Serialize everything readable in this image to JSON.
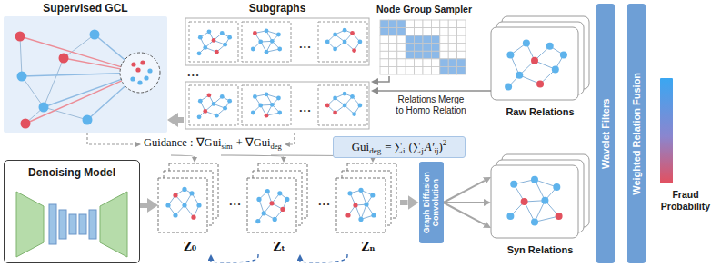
{
  "diagram": {
    "nodes": [
      {
        "text": [
          "Supervised GCL"
        ]
      },
      {
        "text": [
          "Subgraphs"
        ]
      },
      {
        "text": [
          "Node Group Sampler"
        ]
      },
      {
        "text": [
          "Raw Relations"
        ]
      },
      {
        "text": [
          "Gui",
          "deg",
          "= ∑",
          "i",
          "(∑",
          "j",
          "A′",
          "ij",
          ")",
          "2"
        ]
      },
      {
        "text": [
          "Denoising Model"
        ]
      },
      {
        "text": [
          "Z₀"
        ]
      },
      {
        "text": [
          "Zₜ"
        ]
      },
      {
        "text": [
          "Zₙ"
        ]
      },
      {
        "text": [
          "Graph Diffusion Convolution"
        ]
      },
      {
        "text": [
          "Syn Relations"
        ]
      },
      {
        "text": [
          "Wavelet Filters"
        ]
      },
      {
        "text": [
          "Weighted Relation Fusion"
        ]
      },
      {
        "text": [
          "Fraud Probability"
        ]
      }
    ],
    "edges": [
      {
        "from": 1,
        "to": 0,
        "arrow": "to"
      },
      {
        "from": 2,
        "to": 1,
        "arrow": "to"
      },
      {
        "from": 3,
        "to": 1,
        "arrow": "to",
        "label": "Relations Merge to Homo Relation"
      },
      {
        "from": 5,
        "to": 6,
        "arrow": "to"
      },
      {
        "from": 7,
        "to": 6,
        "arrow": "to"
      },
      {
        "from": 8,
        "to": 7,
        "arrow": "to"
      },
      {
        "from": 8,
        "to": 9,
        "arrow": "to"
      },
      {
        "from": 9,
        "to": 10,
        "arrow": "to"
      }
    ],
    "labels": [
      "Guidance : ∇Gui",
      "sim",
      "+ ∇Gui",
      "deg",
      "...",
      "...",
      "...",
      "...",
      "..."
    ]
  }
}
